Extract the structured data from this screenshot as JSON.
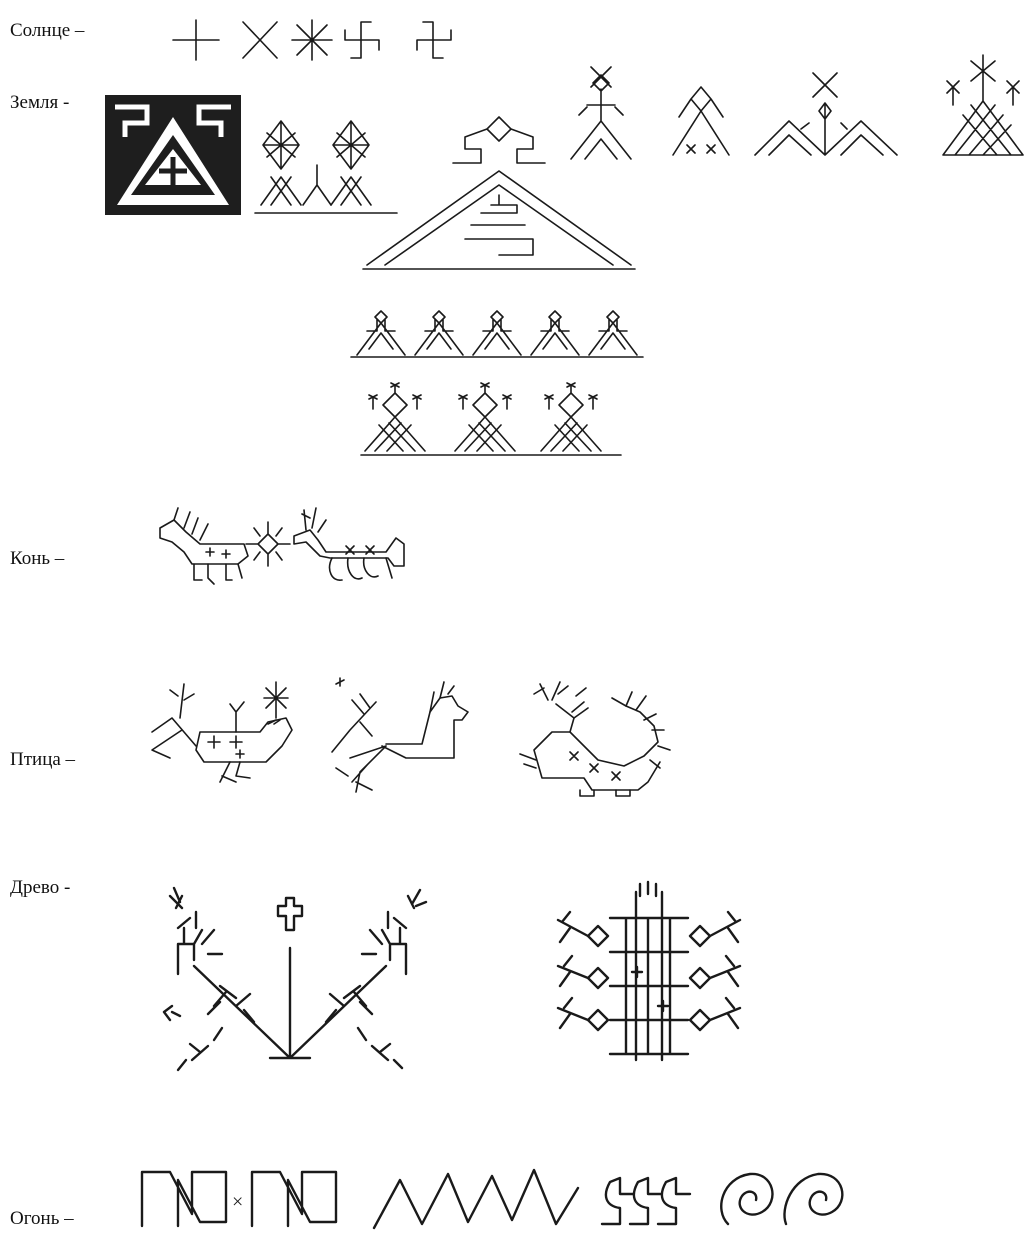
{
  "rows": [
    {
      "label": "Солнце –"
    },
    {
      "label": "Земля -"
    },
    {
      "label": "Конь –"
    },
    {
      "label": "Птица –"
    },
    {
      "label": "Древо -"
    },
    {
      "label": "Огонь –"
    }
  ],
  "fire_separator": "×",
  "colors": {
    "ink": "#1a1a1a",
    "paper": "#ffffff"
  },
  "icons": [
    "sun-symbols",
    "earth-ornaments",
    "horse-figures",
    "bird-figures",
    "tree-figures",
    "fire-symbols"
  ]
}
